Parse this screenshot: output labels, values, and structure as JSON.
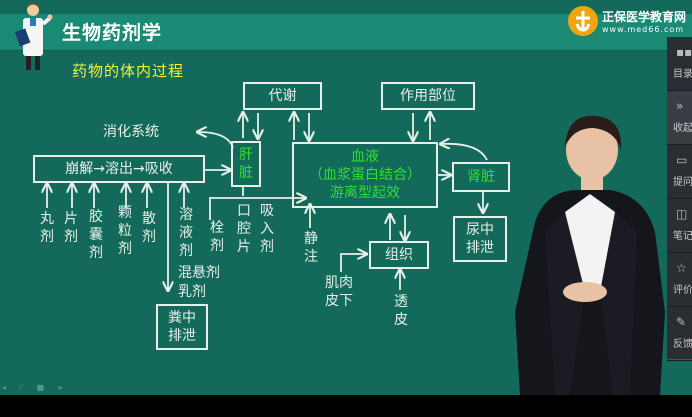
{
  "header": {
    "course_title": "生物药剂学",
    "slide_title": "药物的体内过程",
    "logo_name": "正保医学教育网",
    "logo_url": "www.med66.com"
  },
  "diagram": {
    "digestive_system_label": "消化系统",
    "absorption_process": "崩解→溶出→吸收",
    "liver": "肝\n脏",
    "metabolism": "代谢",
    "site_of_action": "作用部位",
    "blood": {
      "line1": "血液",
      "line2": "（血浆蛋白结合）",
      "line3": "游离型起效"
    },
    "kidney": "肾脏",
    "urine_excretion": "尿中\n排泄",
    "feces_excretion": "粪中\n排泄",
    "tissue": "组织",
    "dosage_forms": [
      {
        "label": "丸\n剂"
      },
      {
        "label": "片\n剂"
      },
      {
        "label": "胶\n囊\n剂"
      },
      {
        "label": "颗\n粒\n剂"
      },
      {
        "label": "散\n剂"
      },
      {
        "label": "溶\n液\n剂"
      }
    ],
    "suspension": "混悬剂",
    "emulsion": "乳剂",
    "suppository": "栓\n剂",
    "buccal_tablet": "口\n腔\n片",
    "inhalant": "吸\n入\n剂",
    "iv_injection": "静\n注",
    "im_sc": "肌肉\n皮下",
    "transdermal": "透\n皮"
  },
  "side_panel": {
    "items": [
      {
        "icon": "grid-icon",
        "glyph": "▪▪",
        "label": "目录"
      },
      {
        "icon": "collapse-icon",
        "glyph": "»",
        "label": "收起"
      },
      {
        "icon": "question-icon",
        "glyph": "▭",
        "label": "提问"
      },
      {
        "icon": "notes-icon",
        "glyph": "◫",
        "label": "笔记"
      },
      {
        "icon": "star-icon",
        "glyph": "☆",
        "label": "评价"
      },
      {
        "icon": "feedback-icon",
        "glyph": "✎",
        "label": "反馈"
      }
    ]
  },
  "colors": {
    "background": "#136a5b",
    "title_band": "#1a8a74",
    "subtitle": "#f2f23a",
    "highlight_green": "#2ee02e",
    "logo_orange": "#f0a40f"
  }
}
